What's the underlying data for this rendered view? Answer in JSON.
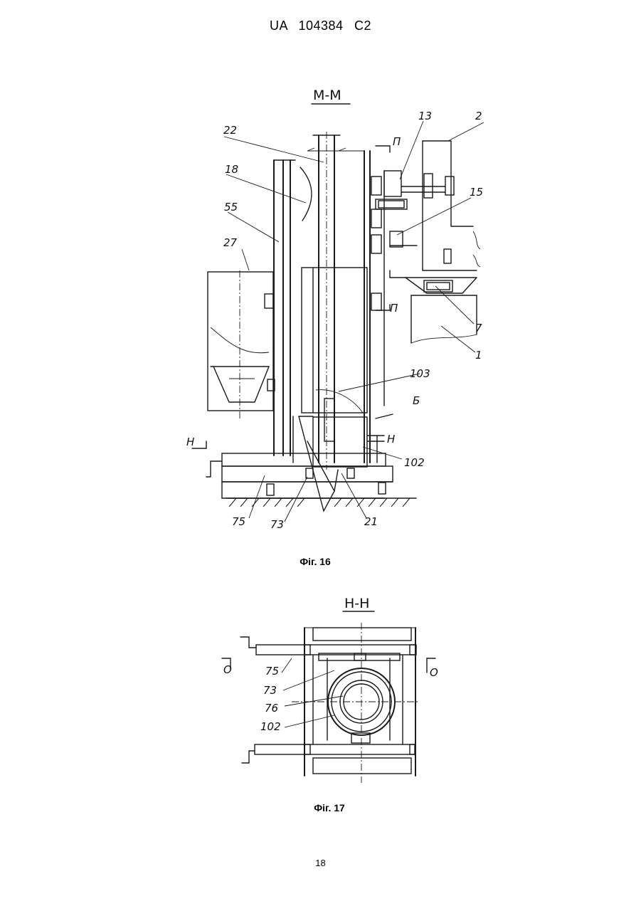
{
  "document": {
    "header": "UA 104384 C2",
    "page_number": "18"
  },
  "figures": [
    {
      "section_title": "М-М",
      "caption": "Фіг. 16",
      "labels": [
        "22",
        "18",
        "55",
        "27",
        "13",
        "2",
        "15",
        "7",
        "1",
        "103",
        "Б",
        "102",
        "Н",
        "Н",
        "П",
        "П",
        "75",
        "73",
        "21"
      ]
    },
    {
      "section_title": "Н-Н",
      "caption": "Фіг. 17",
      "labels": [
        "О",
        "О",
        "75",
        "73",
        "76",
        "102"
      ]
    }
  ]
}
